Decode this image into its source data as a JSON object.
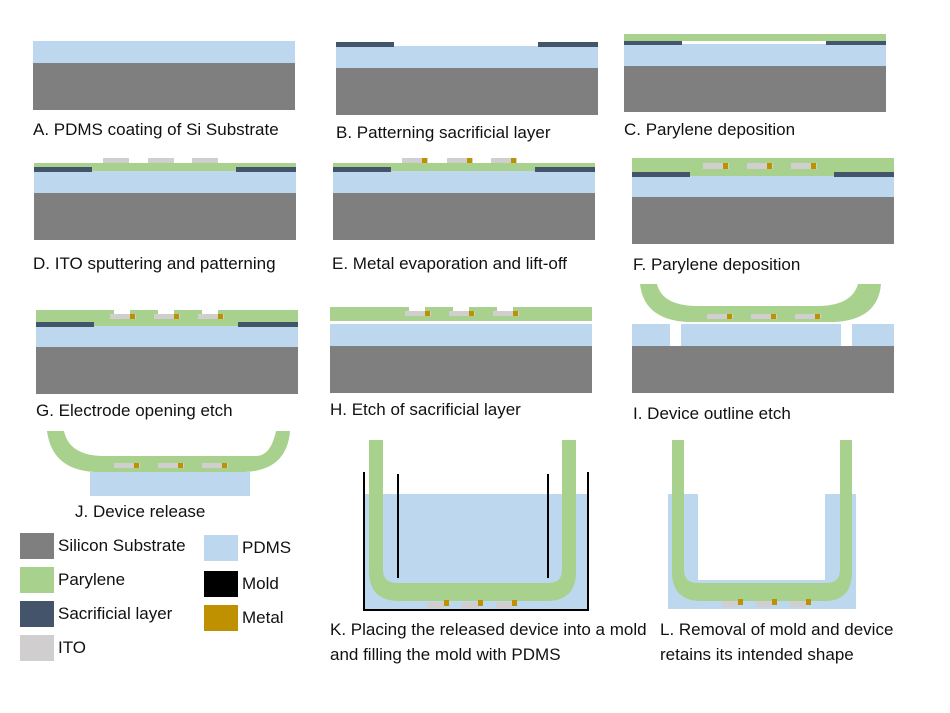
{
  "colors": {
    "silicon": "#7f7f7f",
    "pdms": "#bdd7ee",
    "parylene": "#a9d18e",
    "sacrificial": "#44546a",
    "ito": "#d0cece",
    "metal": "#bf9000",
    "mold": "#000000"
  },
  "steps": [
    {
      "id": "A",
      "caption": "A. PDMS coating of Si Substrate"
    },
    {
      "id": "B",
      "caption": "B. Patterning sacrificial layer"
    },
    {
      "id": "C",
      "caption": "C. Parylene deposition"
    },
    {
      "id": "D",
      "caption": "D. ITO sputtering and patterning"
    },
    {
      "id": "E",
      "caption": "E. Metal evaporation and lift-off"
    },
    {
      "id": "F",
      "caption": "F. Parylene deposition"
    },
    {
      "id": "G",
      "caption": "G. Electrode opening etch"
    },
    {
      "id": "H",
      "caption": "H. Etch of sacrificial layer"
    },
    {
      "id": "I",
      "caption": "I. Device outline etch"
    },
    {
      "id": "J",
      "caption": "J. Device release"
    },
    {
      "id": "K",
      "caption": "K. Placing the released device into a mold and filling the mold with PDMS"
    },
    {
      "id": "L",
      "caption": "L. Removal of mold and device retains its intended shape"
    }
  ],
  "legend": [
    {
      "label": "Silicon Substrate",
      "color_key": "silicon"
    },
    {
      "label": "Parylene",
      "color_key": "parylene"
    },
    {
      "label": "Sacrificial layer",
      "color_key": "sacrificial"
    },
    {
      "label": "ITO",
      "color_key": "ito"
    },
    {
      "label": "PDMS",
      "color_key": "pdms"
    },
    {
      "label": "Mold",
      "color_key": "mold"
    },
    {
      "label": "Metal",
      "color_key": "metal"
    }
  ]
}
